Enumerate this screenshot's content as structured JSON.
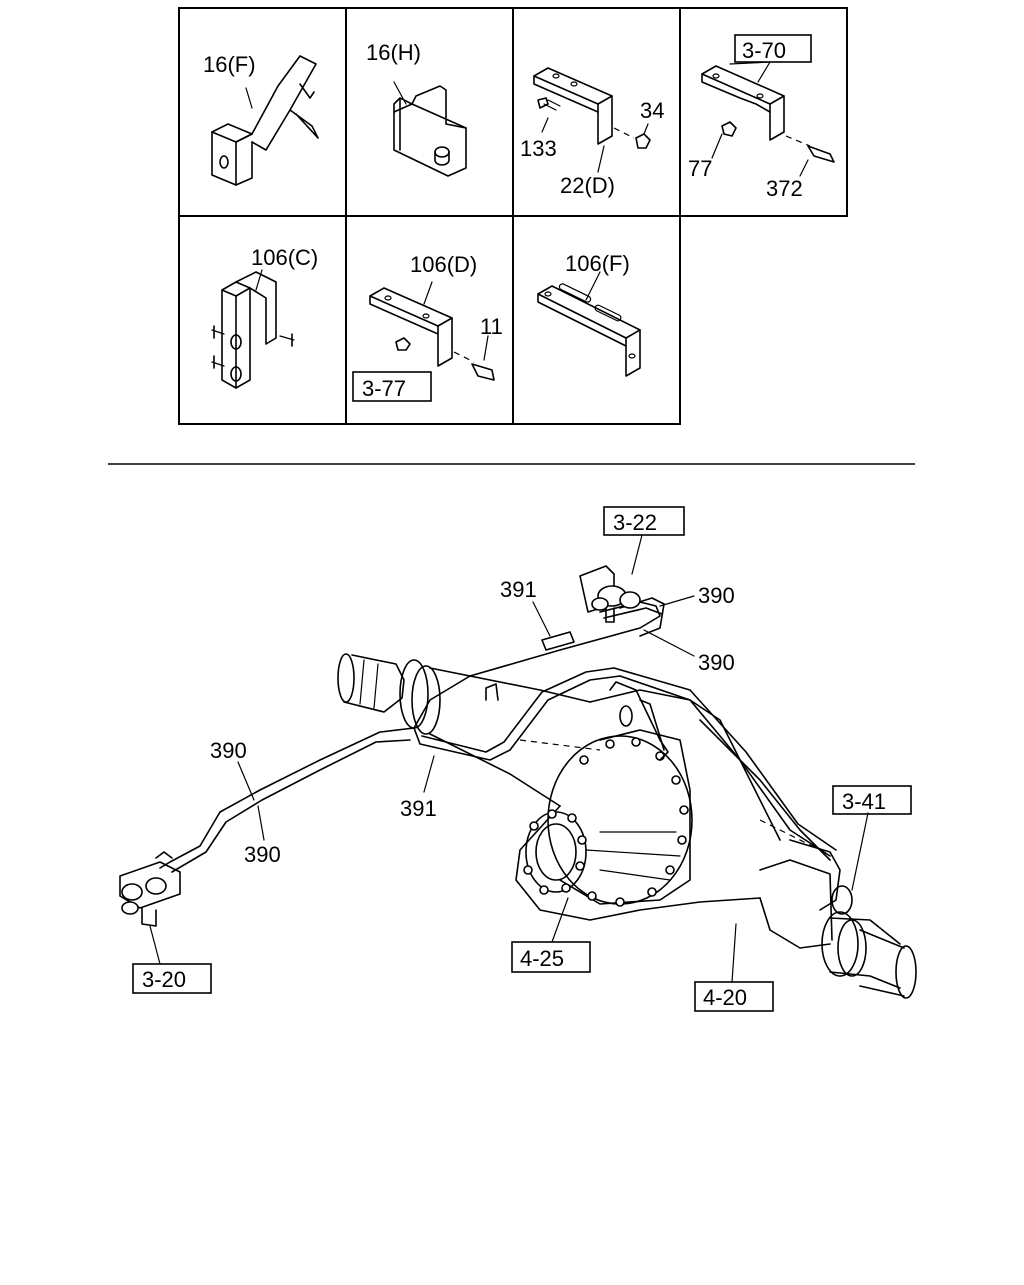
{
  "grid_labels": {
    "c1": "16(F)",
    "c2": "16(H)",
    "c3_main": "22(D)",
    "c3_bolt": "133",
    "c3_nut": "34",
    "c4_ref": "3-70",
    "c4_nut": "77",
    "c4_bolt": "372",
    "c5": "106(C)",
    "c6_main": "106(D)",
    "c6_bolt": "11",
    "c6_ref": "3-77",
    "c7": "106(F)"
  },
  "main_labels": {
    "ref_valve_top": "3-22",
    "pipe_391_top": "391",
    "pipe_390_a": "390",
    "pipe_390_b": "390",
    "pipe_390_left_a": "390",
    "pipe_391_mid": "391",
    "pipe_390_left_b": "390",
    "ref_hub": "3-41",
    "ref_valve_left": "3-20",
    "ref_diff": "4-25",
    "ref_axle": "4-20"
  }
}
